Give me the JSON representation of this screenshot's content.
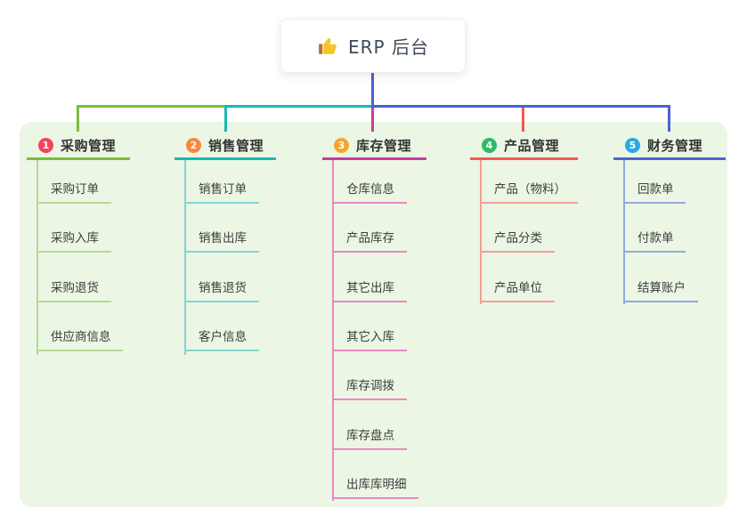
{
  "root": {
    "label": "ERP 后台",
    "icon": "thumbs-up-icon"
  },
  "branches": [
    {
      "num": "1",
      "label": "采购管理",
      "colors": {
        "line": "#7cbd3b",
        "child_line": "#b5da97",
        "badge": "#f1455c"
      },
      "children": [
        "采购订单",
        "采购入库",
        "采购退货",
        "供应商信息"
      ]
    },
    {
      "num": "2",
      "label": "销售管理",
      "colors": {
        "line": "#18b9b2",
        "child_line": "#82d6cf",
        "badge": "#f8873b"
      },
      "children": [
        "销售订单",
        "销售出库",
        "销售退货",
        "客户信息"
      ]
    },
    {
      "num": "3",
      "label": "库存管理",
      "colors": {
        "line": "#cc3a9e",
        "child_line": "#ea87c4",
        "badge": "#f7a62b"
      },
      "children": [
        "仓库信息",
        "产品库存",
        "其它出库",
        "其它入库",
        "库存调拨",
        "库存盘点",
        "出库库明细"
      ]
    },
    {
      "num": "4",
      "label": "产品管理",
      "colors": {
        "line": "#f15a52",
        "child_line": "#f79d96",
        "badge": "#2dbd63"
      },
      "children": [
        "产品（物料）",
        "产品分类",
        "产品单位"
      ]
    },
    {
      "num": "5",
      "label": "财务管理",
      "colors": {
        "line": "#4a63d2",
        "child_line": "#92a9e0",
        "badge": "#2ba9e2"
      },
      "children": [
        "回款单",
        "付款单",
        "结算账户"
      ]
    }
  ],
  "colors": {
    "canvas_background": "#ffffff",
    "panel_background": "#ebf6e4",
    "root_connector": "#4a63d2",
    "root_text": "#3e4a5a",
    "branch_text": "#333333",
    "child_text": "#3d3d3d"
  }
}
